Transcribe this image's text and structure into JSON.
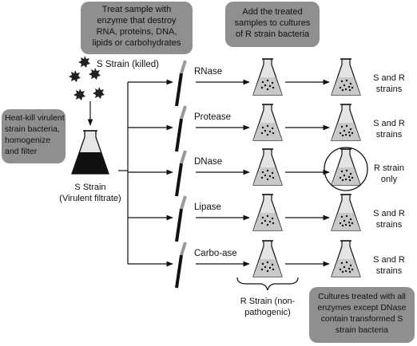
{
  "callouts": {
    "treat": [
      "Treat sample with",
      "enzyme that destroy",
      "RNA, proteins, DNA,",
      "lipids or carbohydrates"
    ],
    "add": [
      "Add the treated",
      "samples to cultures",
      "of R strain bacteria"
    ],
    "heat": [
      "Heat-kill virulent",
      "strain bacteria,",
      "homogenize",
      "and filter"
    ],
    "conclusion": [
      "Cultures treated with all",
      "enzymes except DNase",
      "contain transformed S",
      "strain bacteria"
    ]
  },
  "s_strain_killed": "S Strain (killed)",
  "source_flask": [
    "S Strain",
    "(Virulent filtrate)"
  ],
  "r_strain_label": [
    "R Strain (non-",
    "pathogenic)"
  ],
  "rows": [
    {
      "enzyme": "RNase",
      "result": [
        "S and R",
        "strains"
      ]
    },
    {
      "enzyme": "Protease",
      "result": [
        "S and R",
        "strains"
      ]
    },
    {
      "enzyme": "DNase",
      "result": [
        "R strain",
        "only"
      ]
    },
    {
      "enzyme": "Lipase",
      "result": [
        "S and R",
        "strains"
      ]
    },
    {
      "enzyme": "Carbo-ase",
      "result": [
        "S and R",
        "strains"
      ]
    }
  ],
  "colors": {
    "callout_box": "#8f8f8f",
    "flask_fill": "#d9d9d9",
    "filtrate": "#111111"
  }
}
